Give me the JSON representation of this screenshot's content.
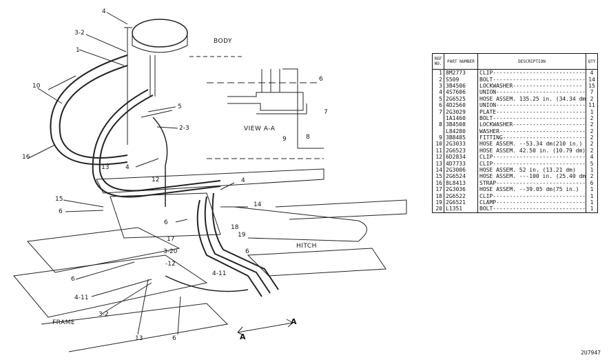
{
  "diagram": {
    "region_labels": {
      "body": "BODY",
      "view": "VIEW A-A",
      "hitch": "HITCH",
      "frame": "FRAME",
      "section_a1": "A",
      "section_a2": "A"
    },
    "callouts": [
      "4",
      "3-2",
      "1",
      "10",
      "5",
      "16",
      "2-3",
      "4",
      "13",
      "12",
      "4",
      "15",
      "6",
      "14",
      "6",
      "17",
      "18",
      "3-20",
      "19",
      "-12",
      "6",
      "4-11",
      "4-11",
      "6",
      "3-2",
      "13",
      "6",
      "6",
      "7",
      "9",
      "8"
    ]
  },
  "table": {
    "headers": {
      "ref": "REF NO.",
      "part": "PART NUMBER",
      "desc": "DESCRIPTION",
      "qty": "QTY"
    },
    "rows": [
      {
        "ref": "1",
        "part": "8M2773",
        "desc": "CLIP----------------------------",
        "qty": "4"
      },
      {
        "ref": "2",
        "part": "S509",
        "desc": "BOLT----------------------------",
        "qty": "14"
      },
      {
        "ref": "3",
        "part": "3B4506",
        "desc": "LOCKWASHER---------------------",
        "qty": "15"
      },
      {
        "ref": "4",
        "part": "4S7606",
        "desc": "UNION---------------------------",
        "qty": "7"
      },
      {
        "ref": "5",
        "part": "2G6525",
        "desc": "HOSE ASSEM. 135.25 in. (34.34 dm)",
        "qty": "2"
      },
      {
        "ref": "6",
        "part": "4D2560",
        "desc": "UNION---------------------------",
        "qty": "11"
      },
      {
        "ref": "7",
        "part": "2G3029",
        "desc": "PLATE---------------------------",
        "qty": "1"
      },
      {
        "ref": "",
        "part": "1A1460",
        "desc": "BOLT----------------------------",
        "qty": "2"
      },
      {
        "ref": "8",
        "part": "3B4508",
        "desc": "LOCKWASHER----------------------",
        "qty": "2"
      },
      {
        "ref": "",
        "part": "L84280",
        "desc": "WASHER--------------------------",
        "qty": "2"
      },
      {
        "ref": "9",
        "part": "3B8485",
        "desc": "FITTING-------------------------",
        "qty": "2"
      },
      {
        "ref": "10",
        "part": "2G3033",
        "desc": "HOSE ASSEM. --53.34 dm(210 in.)",
        "qty": "2"
      },
      {
        "ref": "11",
        "part": "2G6523",
        "desc": "HOSE ASSEM. 42.50 in. (10.79 dm)",
        "qty": "2"
      },
      {
        "ref": "12",
        "part": "6D2834",
        "desc": "CLIP----------------------------",
        "qty": "4"
      },
      {
        "ref": "13",
        "part": "4D7733",
        "desc": "CLIP----------------------------",
        "qty": "5"
      },
      {
        "ref": "14",
        "part": "2G3006",
        "desc": "HOSE ASSEM.     52 in. (13.21 dm)",
        "qty": "1"
      },
      {
        "ref": "15",
        "part": "2G6524",
        "desc": "HOSE ASSEM. ---100 in. (25.40 dm)",
        "qty": "2"
      },
      {
        "ref": "16",
        "part": "8L8413",
        "desc": "STRAP---------------------------",
        "qty": "6"
      },
      {
        "ref": "17",
        "part": "2G3036",
        "desc": "HOSE ASSEM. --39.05 dm(75 in.)",
        "qty": "1"
      },
      {
        "ref": "18",
        "part": "2G6522",
        "desc": "CLIP----------------------------",
        "qty": "1"
      },
      {
        "ref": "19",
        "part": "2G6521",
        "desc": "CLAMP---------------------------",
        "qty": "1"
      },
      {
        "ref": "20",
        "part": "L1351",
        "desc": "BOLT----------------------------",
        "qty": "1"
      }
    ]
  },
  "footer": {
    "drawing_number": "2U7947"
  }
}
